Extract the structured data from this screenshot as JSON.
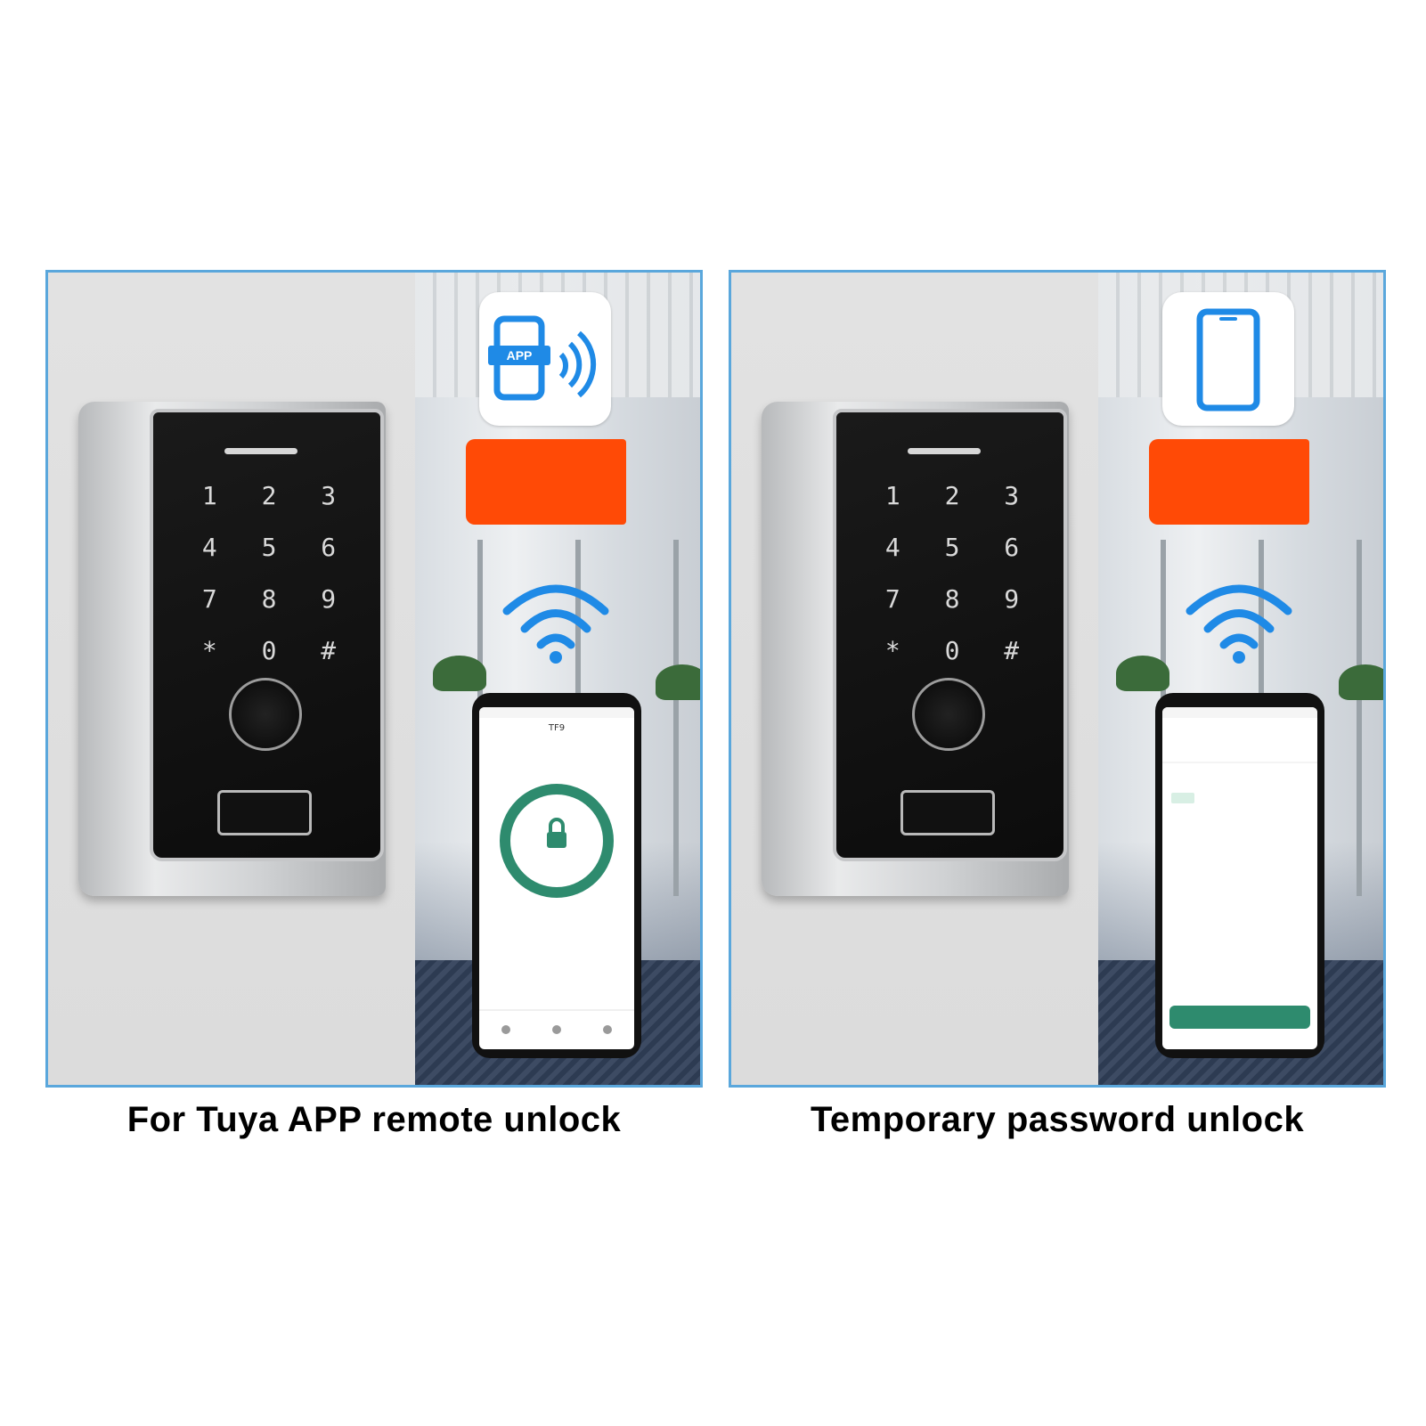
{
  "panels": [
    {
      "caption": "For Tuya APP remote unlock",
      "app_badge": "APP",
      "keypad_keys": [
        "1",
        "2",
        "3",
        "4",
        "5",
        "6",
        "7",
        "8",
        "9",
        "*",
        "0",
        "#"
      ],
      "phone_title": "TF9"
    },
    {
      "caption": "Temporary password unlock",
      "keypad_keys": [
        "1",
        "2",
        "3",
        "4",
        "5",
        "6",
        "7",
        "8",
        "9",
        "*",
        "0",
        "#"
      ]
    }
  ],
  "colors": {
    "frame_border": "#5aa7dc",
    "orange_block": "#ff4a06",
    "wifi_blue": "#1f8ae6",
    "app_green": "#2e8b6e"
  }
}
